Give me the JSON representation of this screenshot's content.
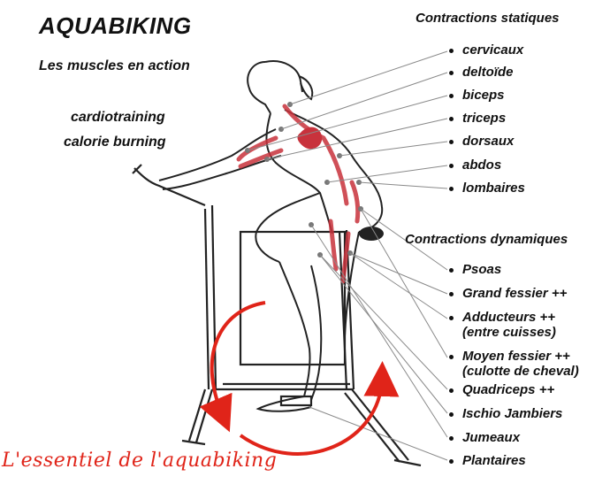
{
  "title": "AQUABIKING",
  "subtitle": "Les muscles en action",
  "tags": [
    "cardiotraining",
    "calorie burning"
  ],
  "static_group": {
    "heading": "Contractions statiques",
    "items": [
      "cervicaux",
      "deltoïde",
      "biceps",
      "triceps",
      "dorsaux",
      "abdos",
      "lombaires"
    ]
  },
  "dynamic_group": {
    "heading": "Contractions dynamiques",
    "items": [
      {
        "label": "Psoas",
        "detail": ""
      },
      {
        "label": "Grand fessier ++",
        "detail": ""
      },
      {
        "label": "Adducteurs ++",
        "detail": "(entre cuisses)"
      },
      {
        "label": "Moyen fessier ++",
        "detail": "(culotte de cheval)"
      },
      {
        "label": "Quadriceps ++",
        "detail": ""
      },
      {
        "label": "Ischio Jambiers",
        "detail": ""
      },
      {
        "label": "Jumeaux",
        "detail": ""
      },
      {
        "label": "Plantaires",
        "detail": ""
      }
    ]
  },
  "footer": "L'essentiel de l'aquabiking",
  "colors": {
    "accent": "#e02419",
    "muscle": "#c8323c",
    "ink": "#111111",
    "leader": "#8a8a8a"
  }
}
